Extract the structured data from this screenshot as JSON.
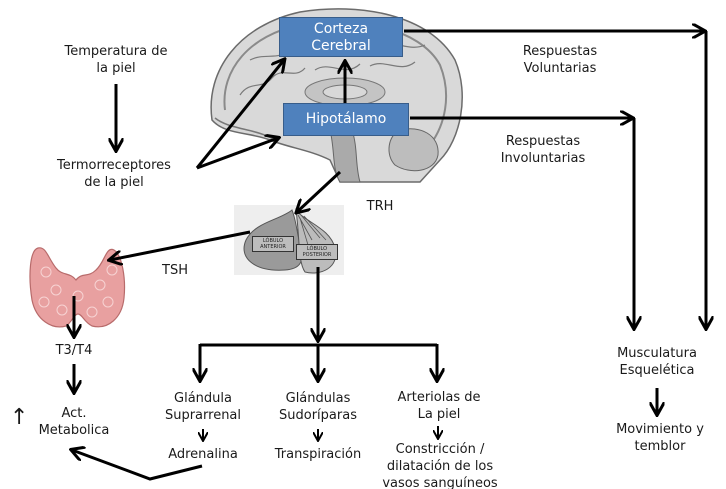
{
  "diagram": {
    "title": "Termorregulación",
    "nodes": {
      "skin_temperature": "Temperatura de\nla piel",
      "thermoreceptors": "Termorreceptores\nde la piel",
      "cerebral_cortex": "Corteza\nCerebral",
      "hypothalamus": "Hipotálamo",
      "voluntary_responses": "Respuestas\nVoluntarias",
      "involuntary_responses": "Respuestas\nInvoluntarias",
      "trh": "TRH",
      "tsh": "TSH",
      "t3_t4": "T3/T4",
      "metabolic_activity": "Act.\nMetabolica",
      "adrenal_gland": "Glándula\nSuprarrenal",
      "adrenaline": "Adrenalina",
      "sweat_glands": "Glándulas\nSudoríparas",
      "perspiration": "Transpiración",
      "skin_arterioles": "Arteriolas de\nLa piel",
      "vasomotor": "Constricción /\ndilatación de los\nvasos sanguíneos",
      "skeletal_muscle": "Musculatura\nEsquelética",
      "movement_tremor": "Movimiento y\ntemblor"
    },
    "pituitary": {
      "anterior_lobe": "LÓBULO\nANTERIOR",
      "posterior_lobe": "LÓBULO\nPOSTERIOR"
    },
    "increase_symbol": "↑",
    "colors": {
      "box_fill": "#4f81bd",
      "box_border": "#385d8a",
      "arrow": "#000000",
      "thyroid": "#e8a0a0"
    }
  }
}
